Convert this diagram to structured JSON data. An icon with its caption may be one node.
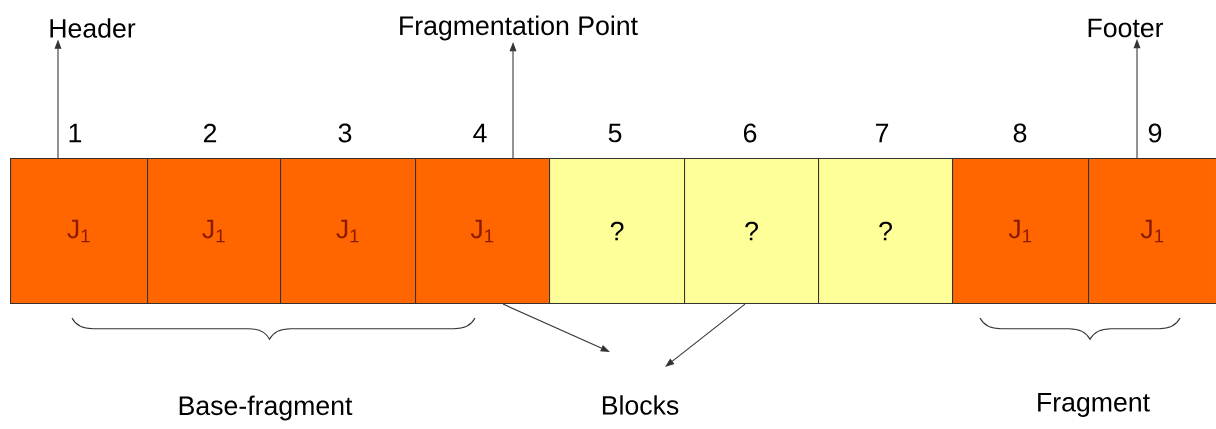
{
  "diagram": {
    "nodes": [
      {
        "text": [
          "J$_{1}$"
        ],
        "beside": [
          "1"
        ]
      },
      {
        "text": [
          "J$_{1}$"
        ],
        "beside": [
          "2"
        ]
      },
      {
        "text": [
          "J$_{1}$"
        ],
        "beside": [
          "3"
        ]
      },
      {
        "text": [
          "J$_{1}$"
        ],
        "beside": [
          "4"
        ]
      },
      {
        "text": [
          "?"
        ],
        "beside": [
          "5"
        ]
      },
      {
        "text": [
          "?"
        ],
        "beside": [
          "6"
        ]
      },
      {
        "text": [
          "?"
        ],
        "beside": [
          "7"
        ]
      },
      {
        "text": [
          "J$_{1}$"
        ],
        "beside": [
          "8"
        ]
      },
      {
        "text": [
          "J$_{1}$"
        ],
        "beside": [
          "9"
        ]
      },
      {
        "text": [
          "Header"
        ]
      },
      {
        "text": [
          "Fragmentation Point"
        ]
      },
      {
        "text": [
          "Footer"
        ]
      },
      {
        "text": [
          "Blocks"
        ]
      }
    ],
    "edges": [
      {
        "from": 0,
        "to": 9,
        "arrow": "to"
      },
      {
        "from": 3,
        "to": 10,
        "arrow": "to"
      },
      {
        "from": 8,
        "to": 11,
        "arrow": "to"
      },
      {
        "from": 3,
        "to": 12,
        "arrow": "to"
      },
      {
        "from": 5,
        "to": 12,
        "arrow": "to"
      }
    ],
    "labels": [
      "Base-fragment",
      "Fragment"
    ]
  }
}
